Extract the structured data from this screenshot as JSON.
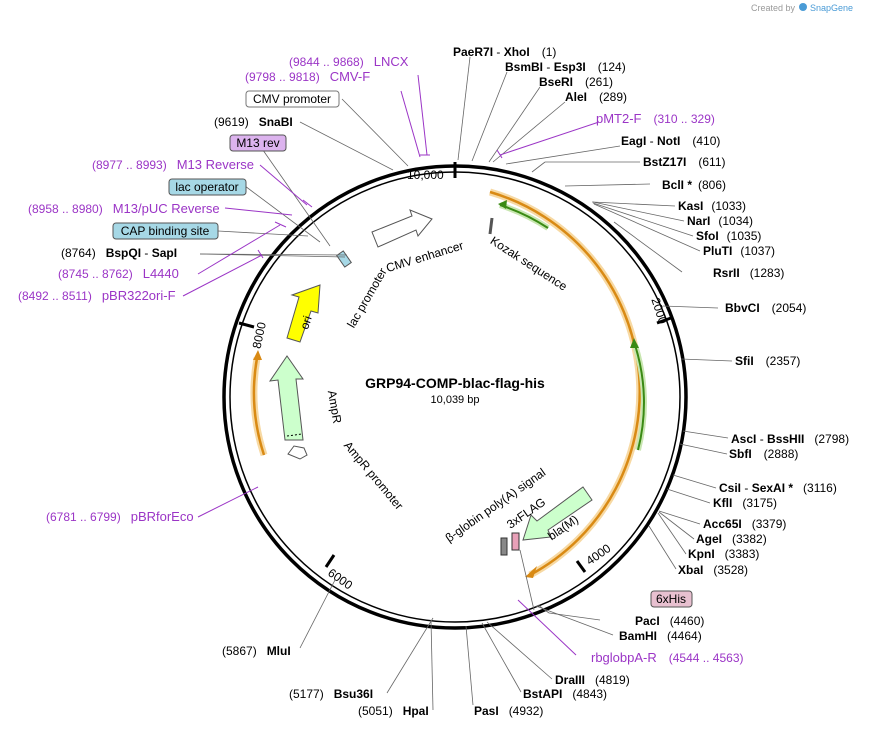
{
  "credit": "Created by",
  "brand": "SnapGene",
  "plasmid": {
    "name": "GRP94-COMP-blac-flag-his",
    "size": "10,039 bp"
  },
  "ticks": {
    "t10000": "10,000",
    "t2000": "2000",
    "t4000": "4000",
    "t6000": "6000",
    "t8000": "8000"
  },
  "sites_right": [
    {
      "name": "PaeR7I",
      "sep": " - ",
      "name2": "XhoI",
      "pos": "(1)"
    },
    {
      "name": "BsmBI",
      "sep": " - ",
      "name2": "Esp3I",
      "pos": "(124)"
    },
    {
      "name": "BseRI",
      "pos": "(261)"
    },
    {
      "name": "AleI",
      "pos": "(289)"
    },
    {
      "name": "EagI",
      "sep": " - ",
      "name2": "NotI",
      "pos": "(410)"
    },
    {
      "name": "BstZ17I",
      "pos": "(611)"
    },
    {
      "name": "BclI *",
      "pos": "(806)"
    },
    {
      "name": "KasI",
      "pos": "(1033)"
    },
    {
      "name": "NarI",
      "pos": "(1034)"
    },
    {
      "name": "SfoI",
      "pos": "(1035)"
    },
    {
      "name": "PluTI",
      "pos": "(1037)"
    },
    {
      "name": "RsrII",
      "pos": "(1283)"
    },
    {
      "name": "BbvCI",
      "pos": "(2054)"
    },
    {
      "name": "SfiI",
      "pos": "(2357)"
    },
    {
      "name": "AscI",
      "sep": " - ",
      "name2": "BssHII",
      "pos": "(2798)"
    },
    {
      "name": "SbfI",
      "pos": "(2888)"
    },
    {
      "name": "CsiI",
      "sep": " - ",
      "name2": "SexAI *",
      "pos": "(3116)"
    },
    {
      "name": "KflI",
      "pos": "(3175)"
    },
    {
      "name": "Acc65I",
      "pos": "(3379)"
    },
    {
      "name": "AgeI",
      "pos": "(3382)"
    },
    {
      "name": "KpnI",
      "pos": "(3383)"
    },
    {
      "name": "XbaI",
      "pos": "(3528)"
    },
    {
      "name": "PacI",
      "pos": "(4460)"
    },
    {
      "name": "BamHI",
      "pos": "(4464)"
    },
    {
      "name": "DraIII",
      "pos": "(4819)"
    },
    {
      "name": "BstAPI",
      "pos": "(4843)"
    },
    {
      "name": "PasI",
      "pos": "(4932)"
    }
  ],
  "sites_left": [
    {
      "name": "SnaBI",
      "pos": "(9619)"
    },
    {
      "name": "BspQI",
      "sep": " - ",
      "name2": "SapI",
      "pos": "(8764)"
    },
    {
      "name": "MluI",
      "pos": "(5867)"
    },
    {
      "name": "Bsu36I",
      "pos": "(5177)"
    },
    {
      "name": "HpaI",
      "pos": "(5051)"
    }
  ],
  "primers": [
    {
      "range": "(9844 .. 9868)",
      "name": "LNCX"
    },
    {
      "range": "(9798 .. 9818)",
      "name": "CMV-F"
    },
    {
      "range": "(8977 .. 8993)",
      "name": "M13 Reverse"
    },
    {
      "range": "(8958 .. 8980)",
      "name": "M13/pUC Reverse"
    },
    {
      "range": "(8745 .. 8762)",
      "name": "L4440"
    },
    {
      "range": "(8492 .. 8511)",
      "name": "pBR322ori-F"
    },
    {
      "range": "(6781 .. 6799)",
      "name": "pBRforEco"
    },
    {
      "name": "pMT2-F",
      "range": "(310 .. 329)"
    },
    {
      "name": "rbglobpA-R",
      "range": "(4544 .. 4563)"
    }
  ],
  "boxed": {
    "cmv_promoter": "CMV promoter",
    "m13_rev": "M13 rev",
    "lac_operator": "lac operator",
    "cap_site": "CAP binding site",
    "his": "6xHis"
  },
  "features": {
    "cmv_enhancer": "CMV enhancer",
    "kozak": "Kozak sequence",
    "lac_promoter": "lac promoter",
    "ori": "ori",
    "ampr": "AmpR",
    "ampr_promoter": "AmpR promoter",
    "globin": "β-globin poly(A) signal",
    "flag": "3xFLAG",
    "bla": "bla(M)"
  },
  "colors": {
    "primer": "#9b35c6",
    "orf": "#e8a33a",
    "ori": "#ffff00",
    "ampr": "#ccffcc",
    "cyan_box": "#a6d8e6",
    "purple_box": "#dcb3ee",
    "pink_box": "#e8c0d0"
  }
}
